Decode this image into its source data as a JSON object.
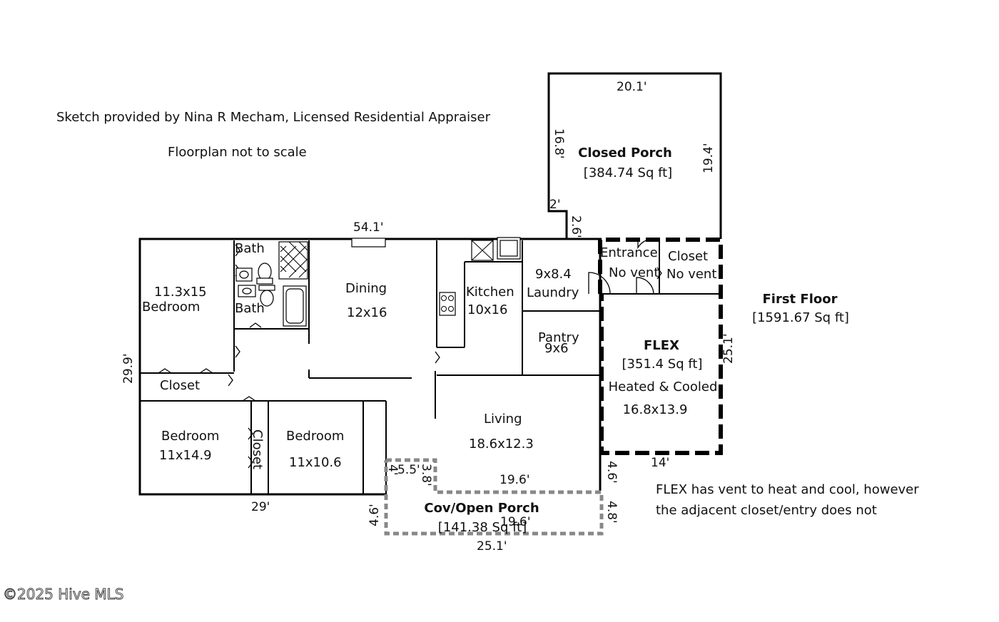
{
  "notes": {
    "credit": "Sketch provided by Nina R Mecham, Licensed Residential Appraiser",
    "scale": "Floorplan not to scale",
    "flex_note_1": "FLEX has vent to heat and cool, however",
    "flex_note_2": "the adjacent closet/entry does not",
    "watermark": "©2025 Hive MLS"
  },
  "floor": {
    "name": "First Floor",
    "area": "[1591.67 Sq ft]"
  },
  "rooms": {
    "closed_porch": {
      "name": "Closed Porch",
      "area": "[384.74 Sq ft]"
    },
    "flex": {
      "name": "FLEX",
      "area": "[351.4 Sq ft]",
      "note": "Heated & Cooled",
      "size": "16.8x13.9"
    },
    "entrance": {
      "name": "Entrance",
      "note": "No vent"
    },
    "entry_closet": {
      "name": "Closet",
      "note": "No vent"
    },
    "laundry": {
      "size": "9x8.4",
      "name": "Laundry"
    },
    "pantry": {
      "name": "Pantry",
      "size": "9x6"
    },
    "kitchen": {
      "name": "Kitchen",
      "size": "10x16"
    },
    "dining": {
      "name": "Dining",
      "size": "12x16"
    },
    "living": {
      "name": "Living",
      "size": "18.6x12.3"
    },
    "bath_top": {
      "name": "Bath"
    },
    "bath_bottom": {
      "name": "Bath"
    },
    "bedroom_1": {
      "size": "11.3x15",
      "name": "Bedroom"
    },
    "hall_closet": {
      "name": "Closet"
    },
    "bedroom_2": {
      "name": "Bedroom",
      "size": "11x14.9"
    },
    "bedroom_closet": {
      "name": "Closet"
    },
    "bedroom_3": {
      "name": "Bedroom",
      "size": "11x10.6"
    },
    "open_porch": {
      "name": "Cov/Open Porch",
      "area": "[141.38 Sq ft]"
    }
  },
  "dimensions": {
    "top_width": "54.1'",
    "left_height": "29.9'",
    "bottom_width": "29'",
    "closed_porch_top": "20.1'",
    "closed_porch_left": "16.8'",
    "closed_porch_right": "19.4'",
    "closed_porch_step": "2'",
    "closed_porch_drop": "2.6'",
    "flex_right": "25.1'",
    "flex_bottom": "14'",
    "living_right": "4.6'",
    "porch_right": "4.8'",
    "porch_top": "19.6'",
    "porch_top_inner": "19.6'",
    "porch_bottom": "25.1'",
    "porch_left": "4.6'",
    "porch_notch_width": "5.5'",
    "porch_notch_left": "4'",
    "porch_notch_right": "3.8'"
  }
}
